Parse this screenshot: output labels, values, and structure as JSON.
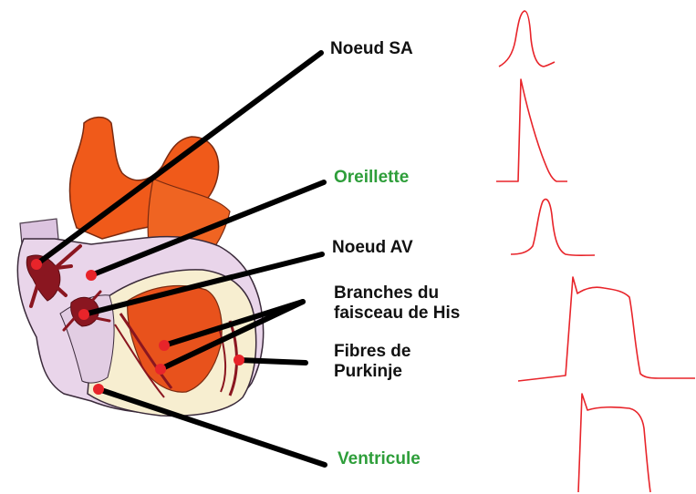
{
  "labels": {
    "sa_node": "Noeud SA",
    "atrium": "Oreillette",
    "av_node": "Noeud AV",
    "his_bundle_line1": "Branches du",
    "his_bundle_line2": "faisceau de His",
    "purkinje_line1": "Fibres de",
    "purkinje_line2": "Purkinje",
    "ventricle": "Ventricule"
  },
  "colors": {
    "label_text": "#111111",
    "label_highlight": "#2e9e3a",
    "waveform": "#e8242a",
    "marker": "#e8242a",
    "leader_line": "#000000",
    "aorta": "#f05a1a",
    "heart_tissue": "#e9d5ea",
    "conduction_tissue": "#8a1620",
    "ventricle_wall": "#f7eed0"
  },
  "icons": [
    "heart-illustration",
    "action-potential-waveform"
  ]
}
